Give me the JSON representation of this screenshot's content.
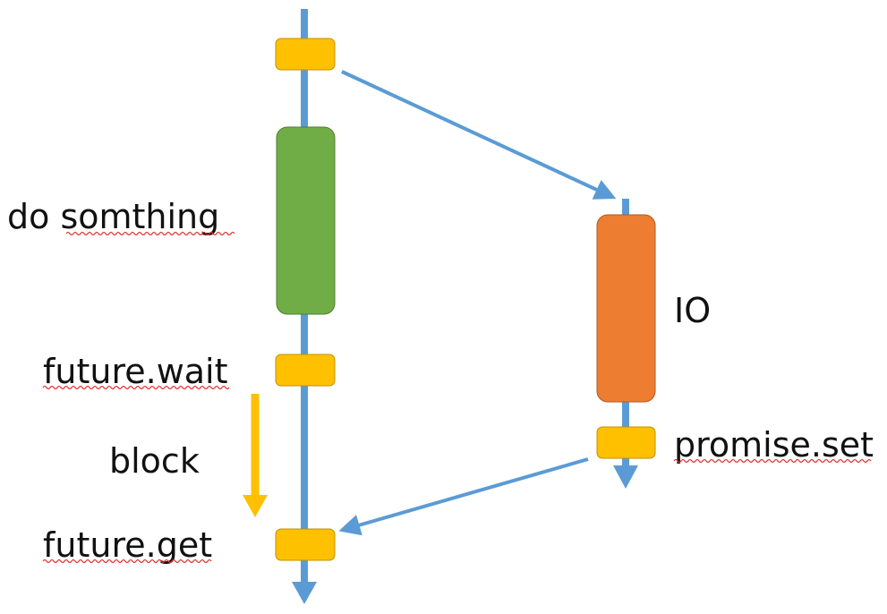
{
  "labels": {
    "do_something": "do somthing",
    "future_wait": "future.wait",
    "block": "block",
    "future_get": "future.get",
    "io": "IO",
    "promise_set": "promise.set"
  },
  "colors": {
    "thread_line": "#5b9bd5",
    "sync_point": "#ffc000",
    "task_block": "#70ad47",
    "io_block": "#ed7d31",
    "block_arrow": "#ffc000",
    "spellcheck": "#e03030"
  }
}
